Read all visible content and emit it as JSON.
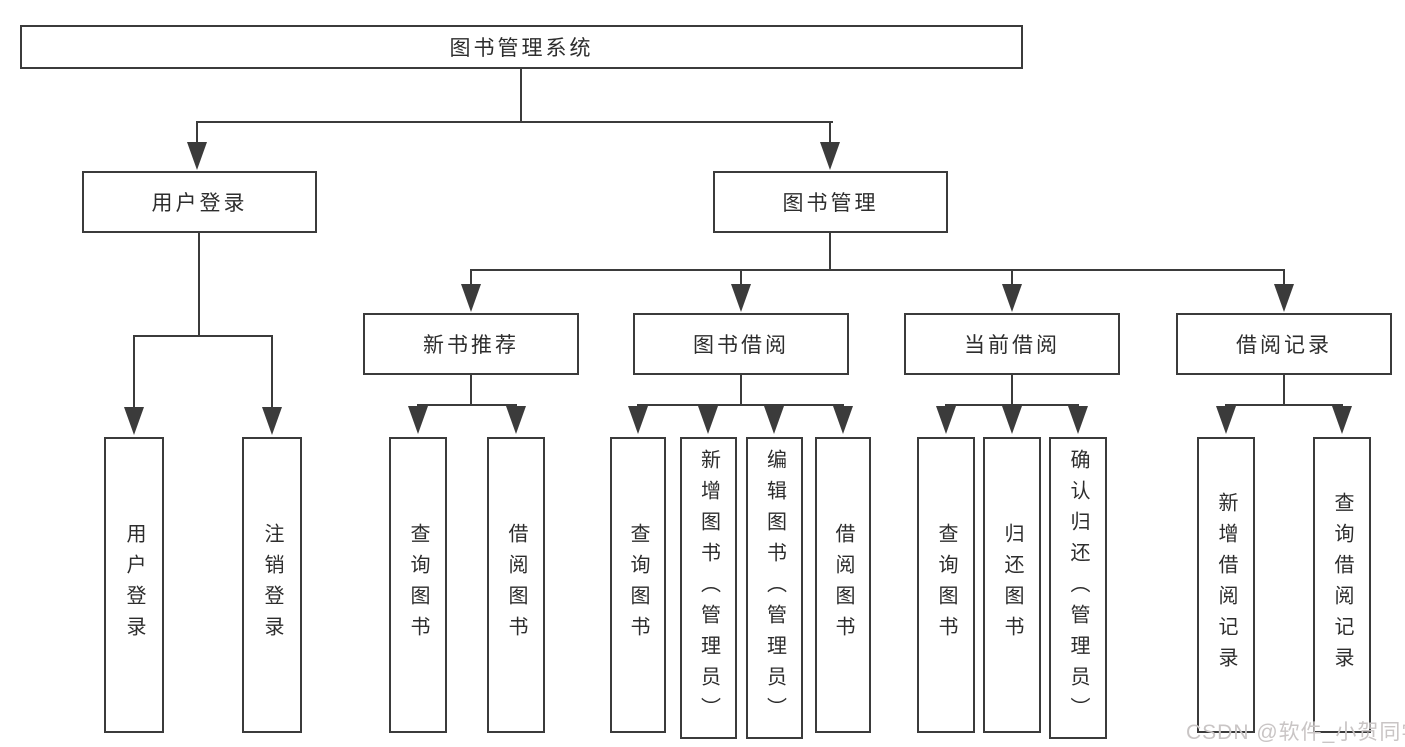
{
  "root": {
    "label": "图书管理系统"
  },
  "level2": [
    {
      "label": "用户登录",
      "children": [
        {
          "label": "用户登录"
        },
        {
          "label": "注销登录"
        }
      ]
    },
    {
      "label": "图书管理",
      "children": [
        {
          "label": "新书推荐",
          "children": [
            {
              "label": "查询图书"
            },
            {
              "label": "借阅图书"
            }
          ]
        },
        {
          "label": "图书借阅",
          "children": [
            {
              "label": "查询图书"
            },
            {
              "label": "新增图书（管理员）"
            },
            {
              "label": "编辑图书（管理员）"
            },
            {
              "label": "借阅图书"
            }
          ]
        },
        {
          "label": "当前借阅",
          "children": [
            {
              "label": "查询图书"
            },
            {
              "label": "归还图书"
            },
            {
              "label": "确认归还（管理员）"
            }
          ]
        },
        {
          "label": "借阅记录",
          "children": [
            {
              "label": "新增借阅记录"
            },
            {
              "label": "查询借阅记录"
            }
          ]
        }
      ]
    }
  ],
  "watermark": {
    "text": "CSDN @软件_小贺同学"
  },
  "colors": {
    "line": "#3b3b3b",
    "text": "#2d2d2d",
    "watermark": "#c9c5c5",
    "background": "#ffffff"
  }
}
